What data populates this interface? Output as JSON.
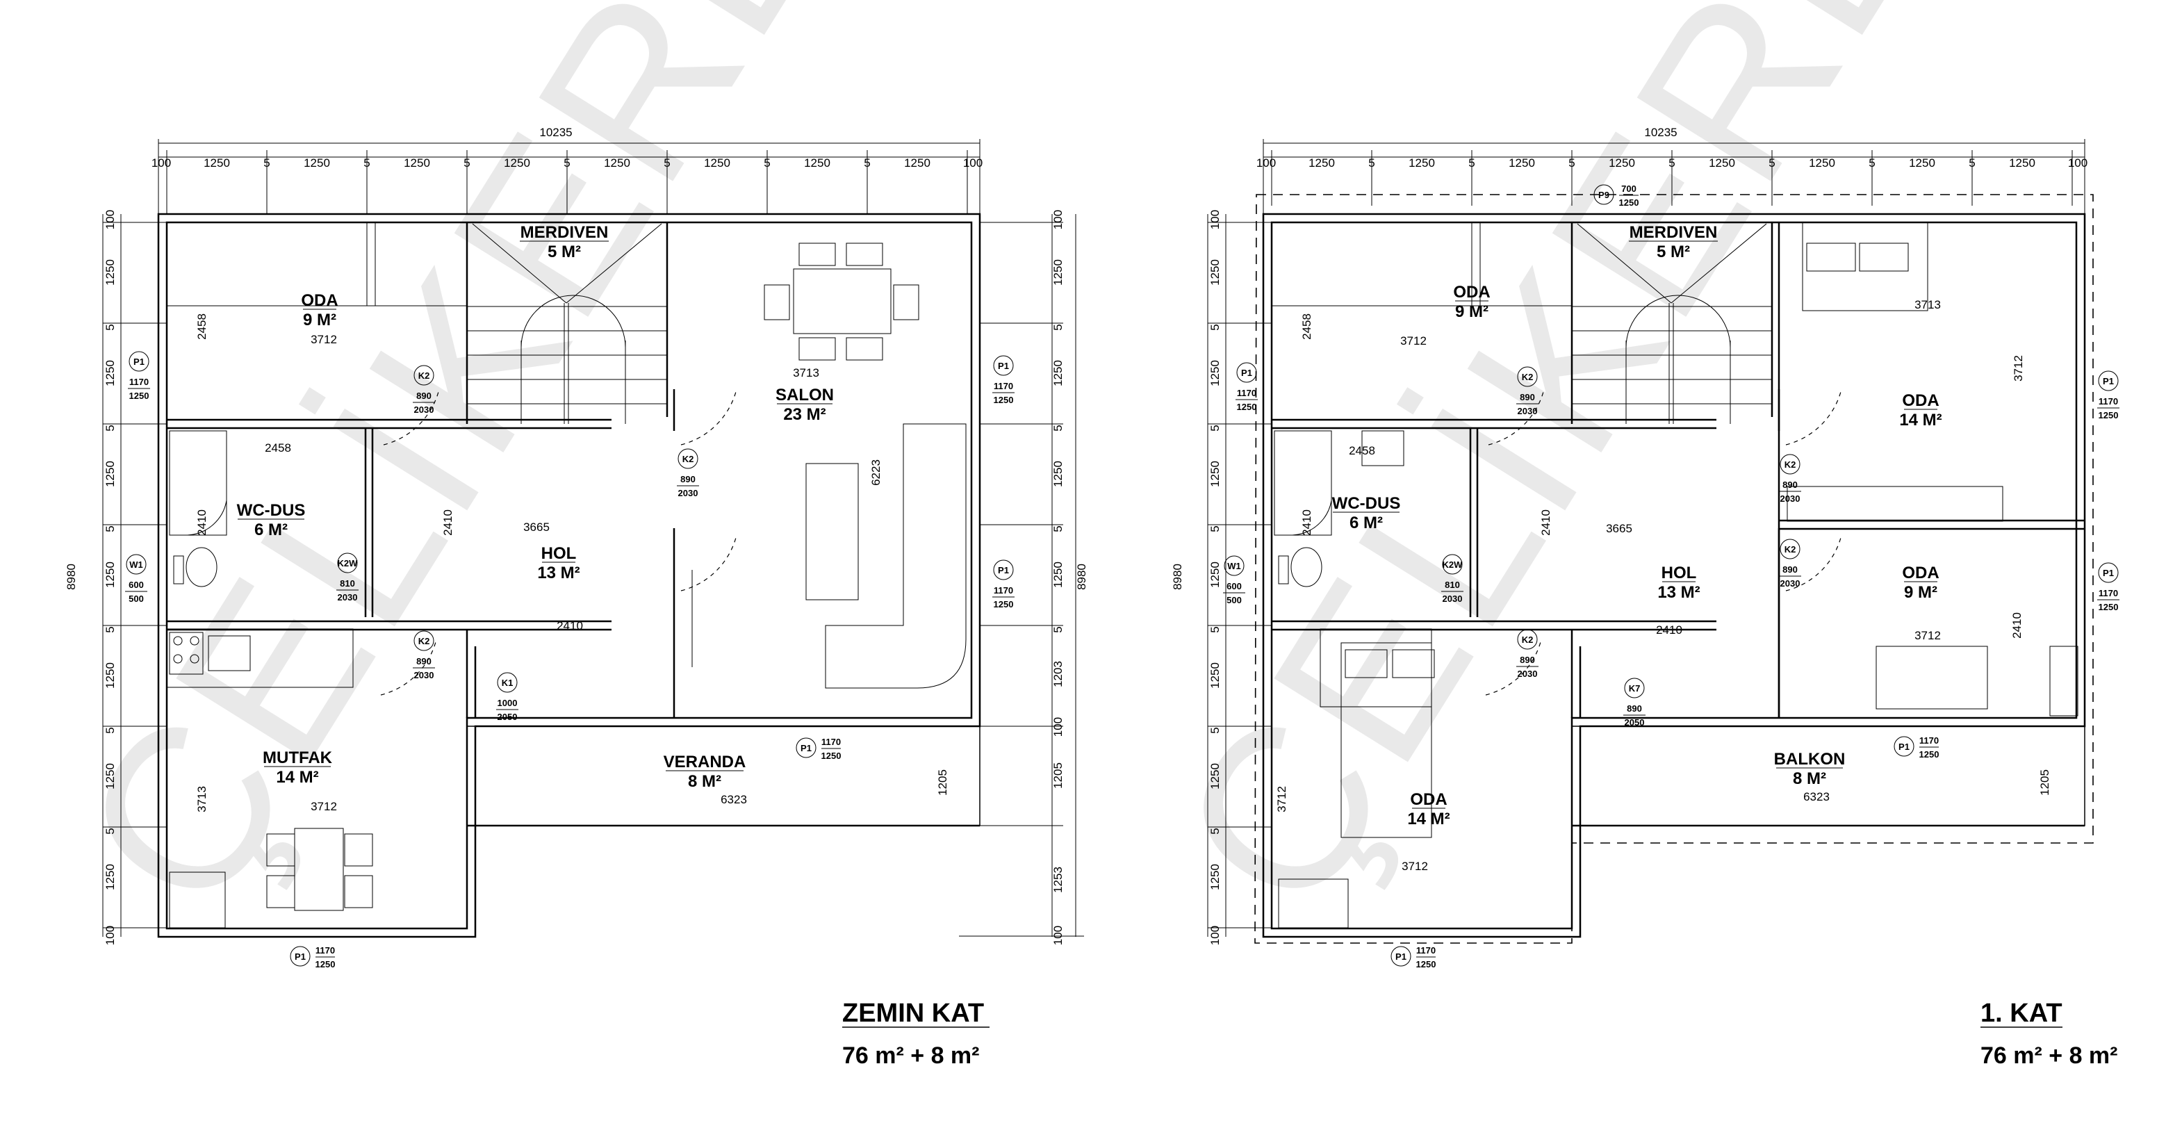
{
  "watermark": "ÇELİKERLER",
  "colors": {
    "line": "#000000",
    "watermark": "#e9e9e9",
    "background": "#ffffff"
  },
  "plans": [
    {
      "title": "ZEMIN KAT",
      "area": "76 m² + 8 m²",
      "total_width": "10235",
      "total_height": "8980",
      "top_dims": [
        "100",
        "1250",
        "5",
        "1250",
        "5",
        "1250",
        "5",
        "1250",
        "5",
        "1250",
        "5",
        "1250",
        "5",
        "1250",
        "5",
        "1250",
        "100"
      ],
      "left_dims": [
        "100",
        "1250",
        "5",
        "1250",
        "5",
        "1250",
        "5",
        "1250",
        "5",
        "1250",
        "5",
        "1250",
        "5",
        "1250",
        "100"
      ],
      "right_dims": [
        "100",
        "1250",
        "5",
        "1250",
        "5",
        "1250",
        "5",
        "1250",
        "5",
        "1203",
        "100",
        "1205",
        "1253",
        "100"
      ],
      "rooms": [
        {
          "name": "ODA",
          "area": "9 M²"
        },
        {
          "name": "MERDIVEN",
          "area": "5 M²"
        },
        {
          "name": "SALON",
          "area": "23 M²"
        },
        {
          "name": "WC-DUS",
          "area": "6 M²"
        },
        {
          "name": "HOL",
          "area": "13 M²"
        },
        {
          "name": "MUTFAK",
          "area": "14 M²"
        },
        {
          "name": "VERANDA",
          "area": "8 M²"
        }
      ],
      "openings": [
        {
          "id": "P1",
          "w": "1170",
          "h": "1250"
        },
        {
          "id": "P1",
          "w": "1170",
          "h": "1250"
        },
        {
          "id": "K2",
          "w": "890",
          "h": "2030"
        },
        {
          "id": "K2",
          "w": "890",
          "h": "2030"
        },
        {
          "id": "W1",
          "w": "600",
          "h": "500"
        },
        {
          "id": "K2W",
          "w": "810",
          "h": "2030"
        },
        {
          "id": "P1",
          "w": "1170",
          "h": "1250"
        },
        {
          "id": "K2",
          "w": "890",
          "h": "2030"
        },
        {
          "id": "K1",
          "w": "1000",
          "h": "2050"
        },
        {
          "id": "P1",
          "w": "1170",
          "h": "1250"
        },
        {
          "id": "P1",
          "w": "1170",
          "h": "1250"
        }
      ],
      "inner_dims": [
        "2458",
        "3712",
        "3713",
        "2458",
        "2410",
        "2410",
        "3665",
        "6223",
        "2410",
        "3713",
        "3712",
        "6323",
        "1205"
      ]
    },
    {
      "title": "1. KAT",
      "area": "76 m² + 8 m²",
      "total_width": "10235",
      "total_height": "8980",
      "top_dims": [
        "100",
        "1250",
        "5",
        "1250",
        "5",
        "1250",
        "5",
        "1250",
        "5",
        "1250",
        "5",
        "1250",
        "5",
        "1250",
        "5",
        "1250",
        "100"
      ],
      "left_dims": [
        "100",
        "1250",
        "5",
        "1250",
        "5",
        "1250",
        "5",
        "1250",
        "5",
        "1250",
        "5",
        "1250",
        "5",
        "1250",
        "100"
      ],
      "right_dims": [],
      "rooms": [
        {
          "name": "ODA",
          "area": "9 M²"
        },
        {
          "name": "MERDIVEN",
          "area": "5 M²"
        },
        {
          "name": "ODA",
          "area": "14 M²"
        },
        {
          "name": "WC-DUS",
          "area": "6 M²"
        },
        {
          "name": "HOL",
          "area": "13 M²"
        },
        {
          "name": "ODA",
          "area": "9 M²"
        },
        {
          "name": "ODA",
          "area": "14 M²"
        },
        {
          "name": "BALKON",
          "area": "8 M²"
        }
      ],
      "openings": [
        {
          "id": "P9",
          "w": "700",
          "h": "1250"
        },
        {
          "id": "P1",
          "w": "1170",
          "h": "1250"
        },
        {
          "id": "K2",
          "w": "890",
          "h": "2030"
        },
        {
          "id": "P1",
          "w": "1170",
          "h": "1250"
        },
        {
          "id": "K2",
          "w": "890",
          "h": "2030"
        },
        {
          "id": "W1",
          "w": "600",
          "h": "500"
        },
        {
          "id": "K2W",
          "w": "810",
          "h": "2030"
        },
        {
          "id": "P1",
          "w": "1170",
          "h": "1250"
        },
        {
          "id": "K2",
          "w": "890",
          "h": "2030"
        },
        {
          "id": "K2",
          "w": "890",
          "h": "2030"
        },
        {
          "id": "K7",
          "w": "890",
          "h": "2050"
        },
        {
          "id": "P1",
          "w": "1170",
          "h": "1250"
        },
        {
          "id": "P1",
          "w": "1170",
          "h": "1250"
        }
      ],
      "inner_dims": [
        "2458",
        "3712",
        "3713",
        "2458",
        "2410",
        "2410",
        "3665",
        "3712",
        "2410",
        "3712",
        "2410",
        "3712",
        "3712",
        "6323",
        "1205"
      ]
    }
  ]
}
